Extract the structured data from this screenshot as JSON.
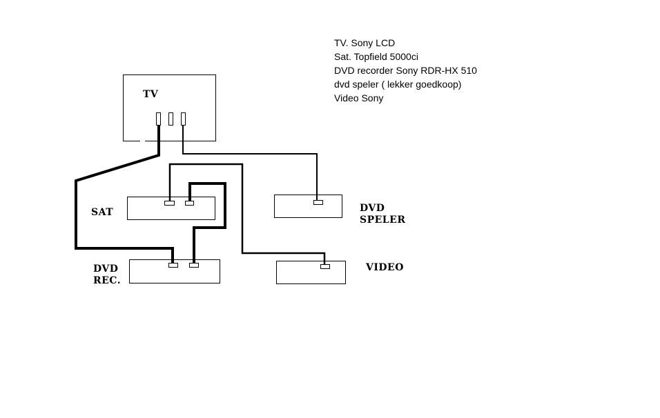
{
  "devices": {
    "tv": {
      "label": "TV"
    },
    "sat": {
      "label": "SAT"
    },
    "dvd_rec": {
      "label_line1": "DVD",
      "label_line2": "REC."
    },
    "dvd_speler": {
      "label_line1": "DVD",
      "label_line2": "SPELER"
    },
    "video": {
      "label": "VIDEO"
    }
  },
  "legend": {
    "items": [
      "TV. Sony LCD",
      "Sat. Topfield 5000ci",
      "DVD recorder Sony RDR-HX 510",
      "dvd speler ( lekker goedkoop)",
      "Video Sony"
    ]
  },
  "colors": {
    "line": "#000000",
    "background": "#ffffff"
  }
}
